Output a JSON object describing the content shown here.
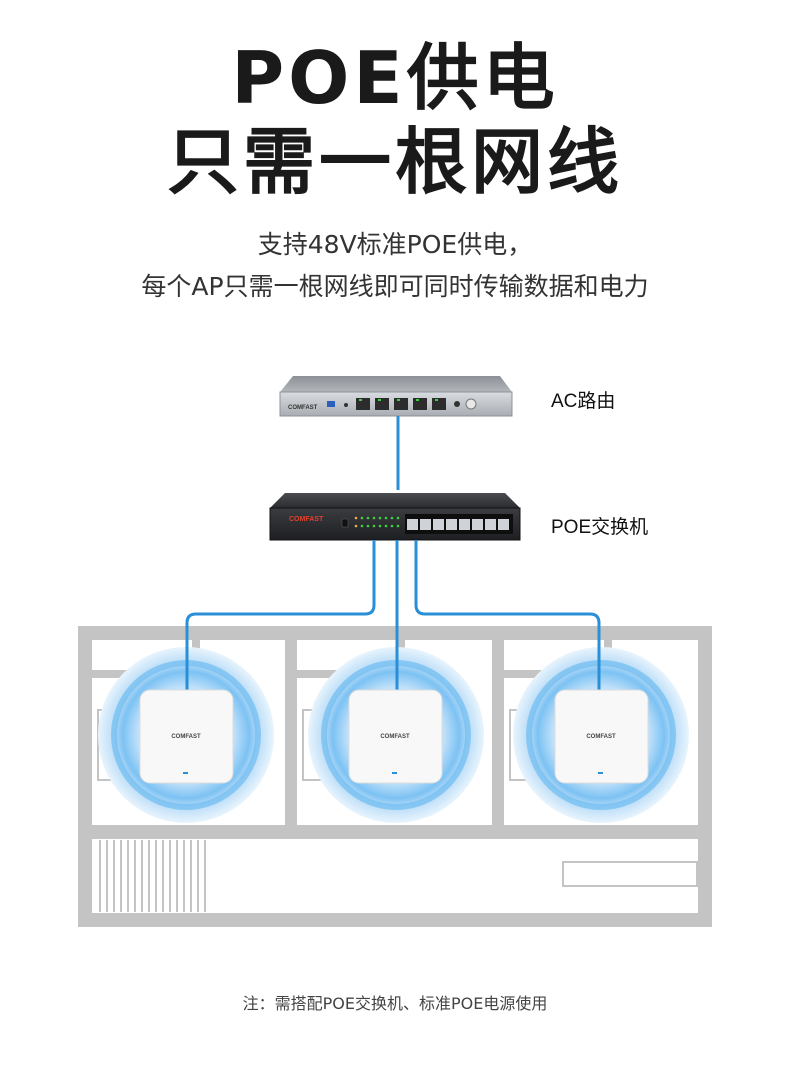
{
  "headline": {
    "line1": "POE供电",
    "line2": "只需一根网线"
  },
  "subtitle": {
    "line1": "支持48V标准POE供电，",
    "line2": "每个AP只需一根网线即可同时传输数据和电力"
  },
  "devices": {
    "ac_router_label": "AC路由",
    "poe_switch_label": "POE交换机",
    "brand": "COMFAST"
  },
  "footnote": "注：需搭配POE交换机、标准POE电源使用",
  "colors": {
    "cable": "#2a8fd6",
    "wall": "#c4c4c4",
    "signal_inner": "#5ab2ef",
    "signal_outer": "#d6ebfb",
    "switch_body": "#2b2d30",
    "router_body": "#b8bcc2",
    "led_blue": "#2a8fd6"
  }
}
